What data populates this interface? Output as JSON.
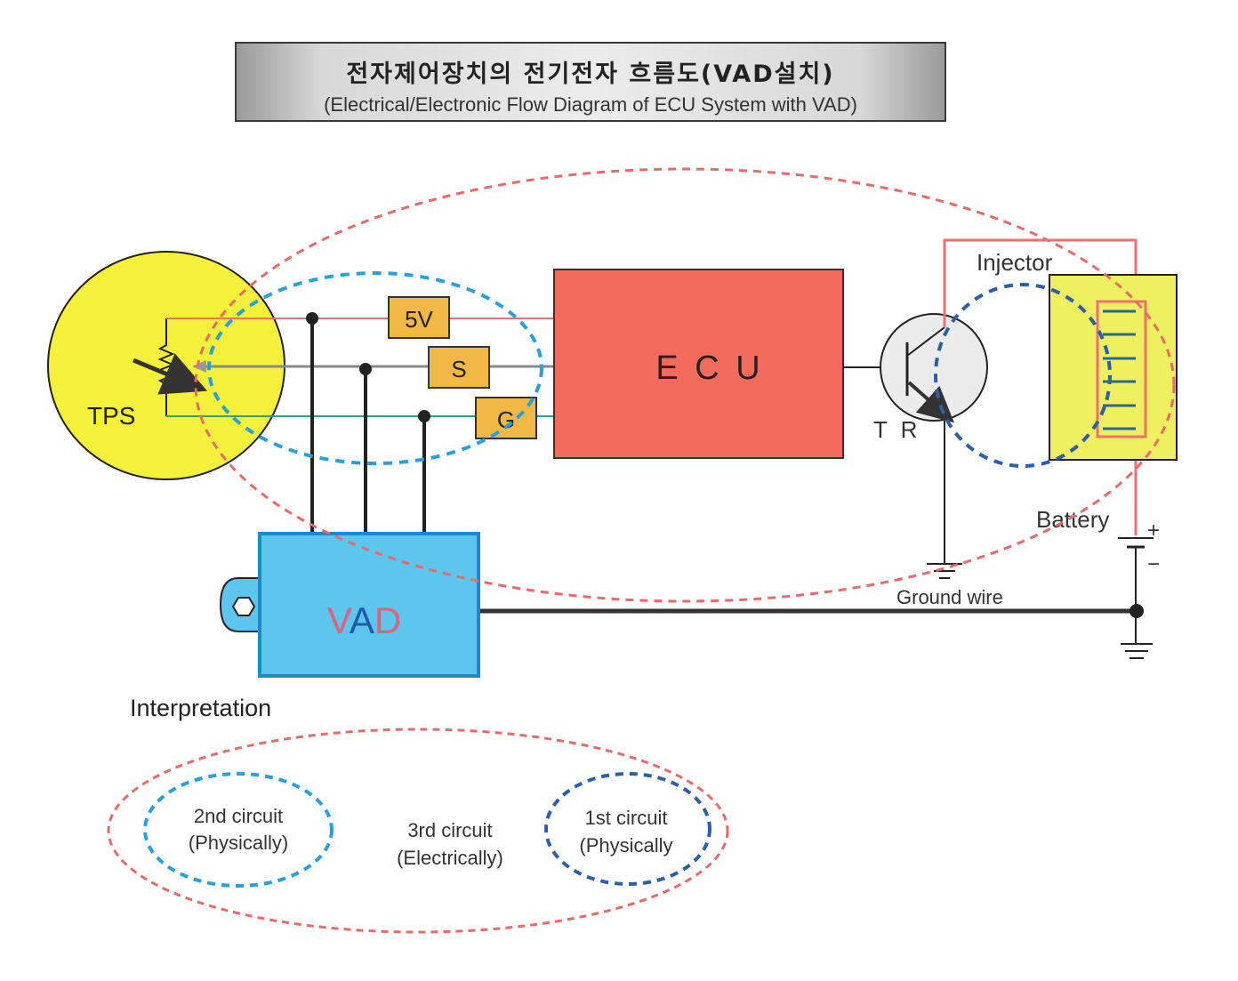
{
  "title": {
    "korean": "전자제어장치의 전기전자 흐름도(VAD설치)",
    "english": "(Electrical/Electronic Flow Diagram of ECU System with VAD)"
  },
  "components": {
    "tps": "TPS",
    "ecu": "E C U",
    "vad": {
      "v": "V",
      "a": "A",
      "d": "D"
    },
    "transistor": "T R",
    "injector": "Injector",
    "battery": "Battery",
    "battery_plus": "+",
    "battery_minus": "−",
    "ground_wire": "Ground wire"
  },
  "signals": {
    "power": "5V",
    "signal": "S",
    "ground": "G"
  },
  "legend": {
    "heading": "Interpretation",
    "second": {
      "line1": "2nd circuit",
      "line2": "(Physically)"
    },
    "third": {
      "line1": "3rd circuit",
      "line2": "(Electrically)"
    },
    "first": {
      "line1": "1st circuit",
      "line2": "(Physically"
    }
  },
  "colors": {
    "third_circuit": "#e86a6a",
    "second_circuit": "#2aa0d8",
    "first_circuit": "#2b5fa8",
    "tps_fill": "#f5f03a",
    "ecu_fill": "#f26b5c",
    "vad_fill": "#5cc6ee",
    "label_box": "#f2b844",
    "injector_fill": "#eef060"
  }
}
